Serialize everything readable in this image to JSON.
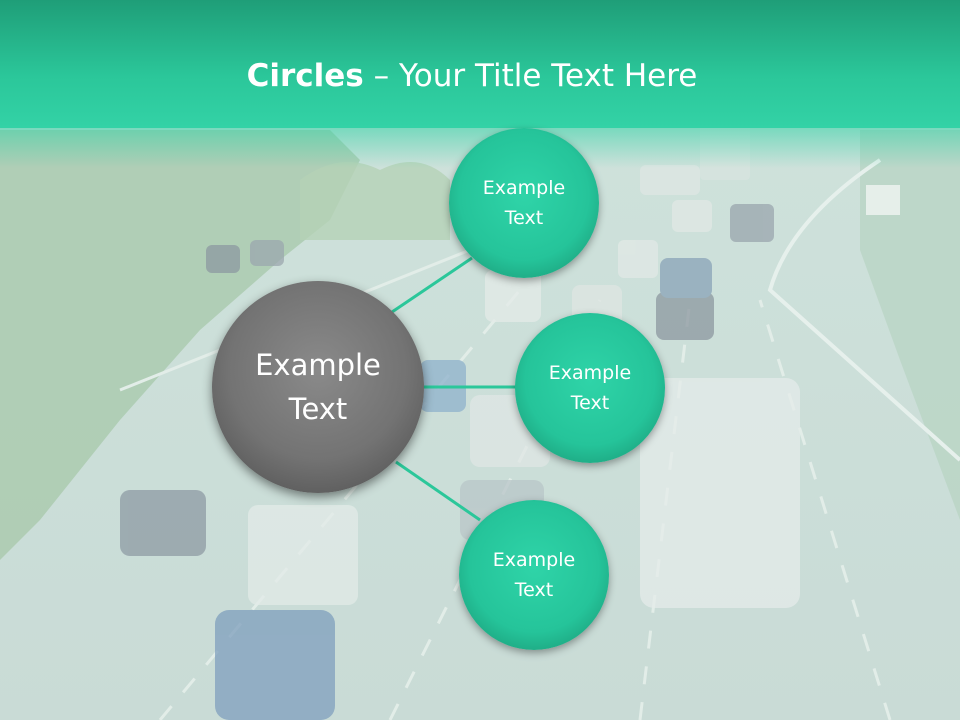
{
  "slide": {
    "title_bold": "Circles",
    "title_rest": " – Your Title Text Here",
    "center": {
      "line1": "Example",
      "line2": "Text"
    },
    "satellites": [
      {
        "line1": "Example",
        "line2": "Text"
      },
      {
        "line1": "Example",
        "line2": "Text"
      },
      {
        "line1": "Example",
        "line2": "Text"
      }
    ]
  },
  "colors": {
    "accent": "#2bc79a",
    "title_band": "#1f9e78",
    "center_circle": "#6f6f6f",
    "connector": "#2bc79a",
    "text": "#ffffff"
  }
}
